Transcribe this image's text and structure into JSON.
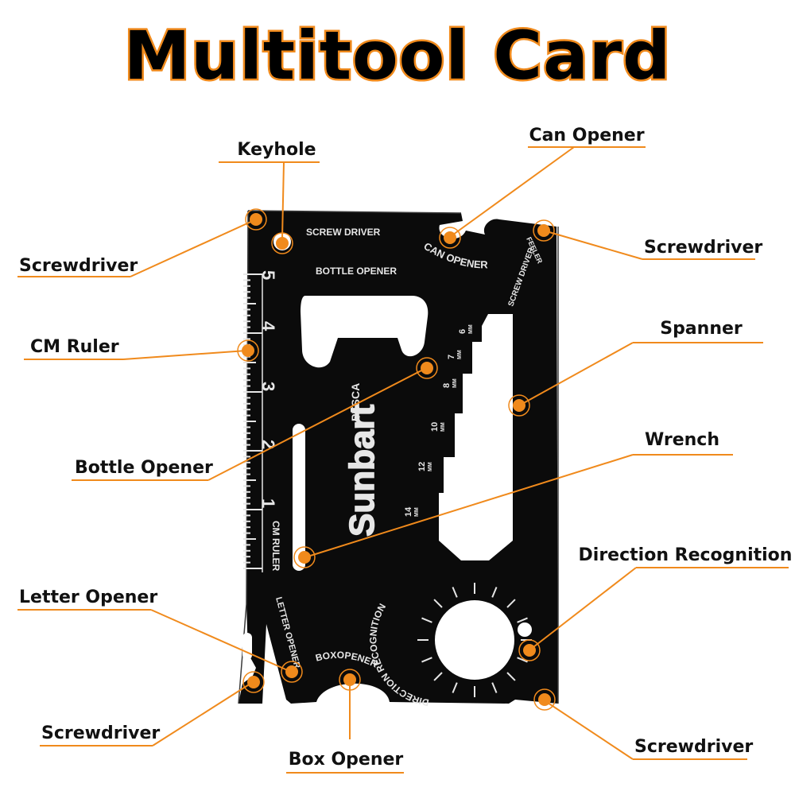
{
  "title": "Multitool Card",
  "colors": {
    "accent": "#f08a1c",
    "card": "#0b0b0b",
    "engraving": "#e6e6e6"
  },
  "callouts": [
    {
      "id": "keyhole",
      "label": "Keyhole"
    },
    {
      "id": "can-opener",
      "label": "Can Opener"
    },
    {
      "id": "screwdriver-top-left",
      "label": "Screwdriver"
    },
    {
      "id": "screwdriver-top-right",
      "label": "Screwdriver"
    },
    {
      "id": "cm-ruler",
      "label": "CM Ruler"
    },
    {
      "id": "spanner",
      "label": "Spanner"
    },
    {
      "id": "wrench",
      "label": "Wrench"
    },
    {
      "id": "bottle-opener",
      "label": "Bottle Opener"
    },
    {
      "id": "direction-recognition",
      "label": "Direction Recognition"
    },
    {
      "id": "letter-opener",
      "label": "Letter Opener"
    },
    {
      "id": "screwdriver-bottom-left",
      "label": "Screwdriver"
    },
    {
      "id": "screwdriver-bottom-right",
      "label": "Screwdriver"
    },
    {
      "id": "box-opener",
      "label": "Box Opener"
    }
  ],
  "card_text": {
    "screw_driver_top": "SCREW DRIVER",
    "bottle_opener": "BOTTLE OPENER",
    "can_opener": "CAN OPENER",
    "screw_driver_side": "SCREW DRIVER",
    "feeler": "FEELER",
    "cm_ruler": "CM RULER",
    "ruler_numbers": [
      "1",
      "2",
      "3",
      "4",
      "5"
    ],
    "brand_top": "PESCA",
    "brand": "Sunbart",
    "wrench_sizes": [
      {
        "num": "6",
        "unit": "MM"
      },
      {
        "num": "7",
        "unit": "MM"
      },
      {
        "num": "8",
        "unit": "MM"
      },
      {
        "num": "10",
        "unit": "MM"
      },
      {
        "num": "12",
        "unit": "MM"
      },
      {
        "num": "14",
        "unit": "MM"
      }
    ],
    "letter_opener": "LETTER OPENER",
    "box_opener": "BOXOPENER",
    "direction_recognition": "DIRECTION RECOGNITION"
  }
}
